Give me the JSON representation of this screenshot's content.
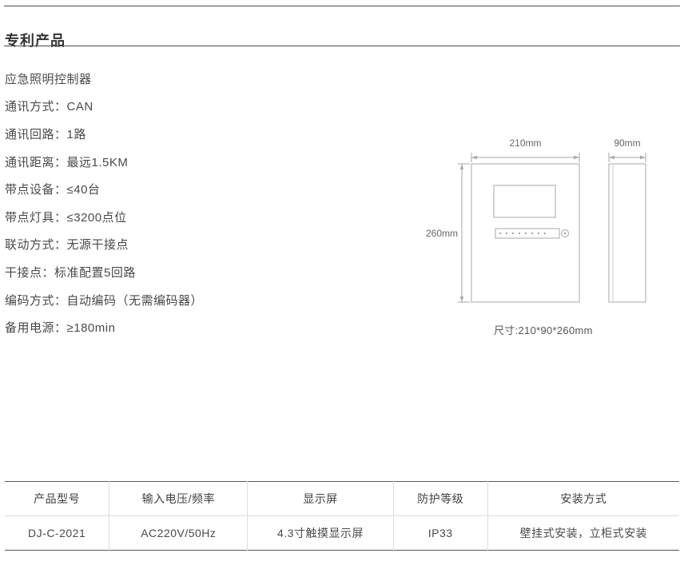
{
  "header": {
    "title": "专利产品"
  },
  "specs": {
    "items": [
      "应急照明控制器",
      "通讯方式：CAN",
      "通讯回路：1路",
      "通讯距离：最远1.5KM",
      "带点设备：≤40台",
      "带点灯具：≤3200点位",
      "联动方式：无源干接点",
      "干接点：标准配置5回路",
      "编码方式：自动编码（无需编码器）",
      "备用电源：≥180min"
    ]
  },
  "drawing": {
    "width_label": "210mm",
    "depth_label": "90mm",
    "height_label": "260mm",
    "caption": "尺寸:210*90*260mm",
    "line_color": "#a3a8a8"
  },
  "table": {
    "headers": [
      "产品型号",
      "输入电压/频率",
      "显示屏",
      "防护等级",
      "安装方式"
    ],
    "rows": [
      [
        "DJ-C-2021",
        "AC220V/50Hz",
        "4.3寸触摸显示屏",
        "IP33",
        "壁挂式安装，立柜式安装"
      ]
    ]
  }
}
